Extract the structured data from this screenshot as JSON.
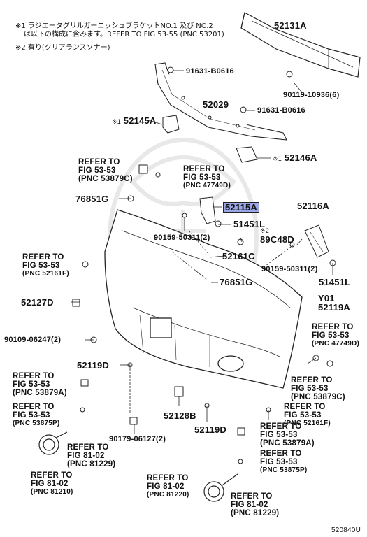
{
  "notes": {
    "note1_line1": "※1 ラジエータグリルガーニッシュブラケットNO.1 及び NO.2",
    "note1_line2": "は以下の構成に含みます。REFER TO FIG 53-55 (PNC 53201)",
    "note2": "※2 有り(クリアランスソナー)"
  },
  "marks": {
    "m1": "※1",
    "m2": "※2"
  },
  "parts": {
    "p52131A": "52131A",
    "p91631_top": "91631-B0616",
    "p90119": "90119-10936(6)",
    "p52029": "52029",
    "p91631_mid": "91631-B0616",
    "p52145A": "52145A",
    "p52146A": "52146A",
    "p76851G_a": "76851G",
    "p52115A": "52115A",
    "p51451L_a": "51451L",
    "p52116A": "52116A",
    "p89C48D": "89C48D",
    "p90159_a": "90159-50311(2)",
    "p52161C": "52161C",
    "p90159_b": "90159-50311(2)",
    "p51451L_b": "51451L",
    "p76851G_b": "76851G",
    "pY01": "Y01",
    "p52119A": "52119A",
    "p52127D": "52127D",
    "p90109": "90109-06247(2)",
    "p52119D_a": "52119D",
    "p52128B": "52128B",
    "p90179": "90179-06127(2)",
    "p52119D_b": "52119D",
    "diagram_code": "520840U"
  },
  "refs": [
    {
      "l1": "REFER TO",
      "l2": "FIG 53-53",
      "l3": "(PNC 53879C)"
    },
    {
      "l1": "REFER TO",
      "l2": "FIG 53-53",
      "l3": "(PNC 47749D)"
    },
    {
      "l1": "REFER TO",
      "l2": "FIG 53-53",
      "l3": "(PNC 52161F)"
    },
    {
      "l1": "REFER TO",
      "l2": "FIG 53-53",
      "l3": "(PNC 47749D)"
    },
    {
      "l1": "REFER TO",
      "l2": "FIG 53-53",
      "l3": "(PNC 53879A)"
    },
    {
      "l1": "REFER TO",
      "l2": "FIG 53-53",
      "l3": "(PNC 53879C)"
    },
    {
      "l1": "REFER TO",
      "l2": "FIG 53-53",
      "l3": "(PNC 53875P)"
    },
    {
      "l1": "REFER TO",
      "l2": "FIG 53-53",
      "l3": "(PNC 52161F)"
    },
    {
      "l1": "REFER TO",
      "l2": "FIG 81-02",
      "l3": "(PNC 81229)"
    },
    {
      "l1": "REFER TO",
      "l2": "FIG 53-53",
      "l3": "(PNC 53879A)"
    },
    {
      "l1": "REFER TO",
      "l2": "FIG 81-02",
      "l3": "(PNC 81210)"
    },
    {
      "l1": "REFER TO",
      "l2": "FIG 53-53",
      "l3": "(PNC 53875P)"
    },
    {
      "l1": "REFER TO",
      "l2": "FIG 81-02",
      "l3": "(PNC 81220)"
    },
    {
      "l1": "REFER TO",
      "l2": "FIG 81-02",
      "l3": "(PNC 81229)"
    }
  ],
  "colors": {
    "highlight": "#9aa6e6",
    "line": "#222222",
    "watermark": "#e6e6e6"
  }
}
